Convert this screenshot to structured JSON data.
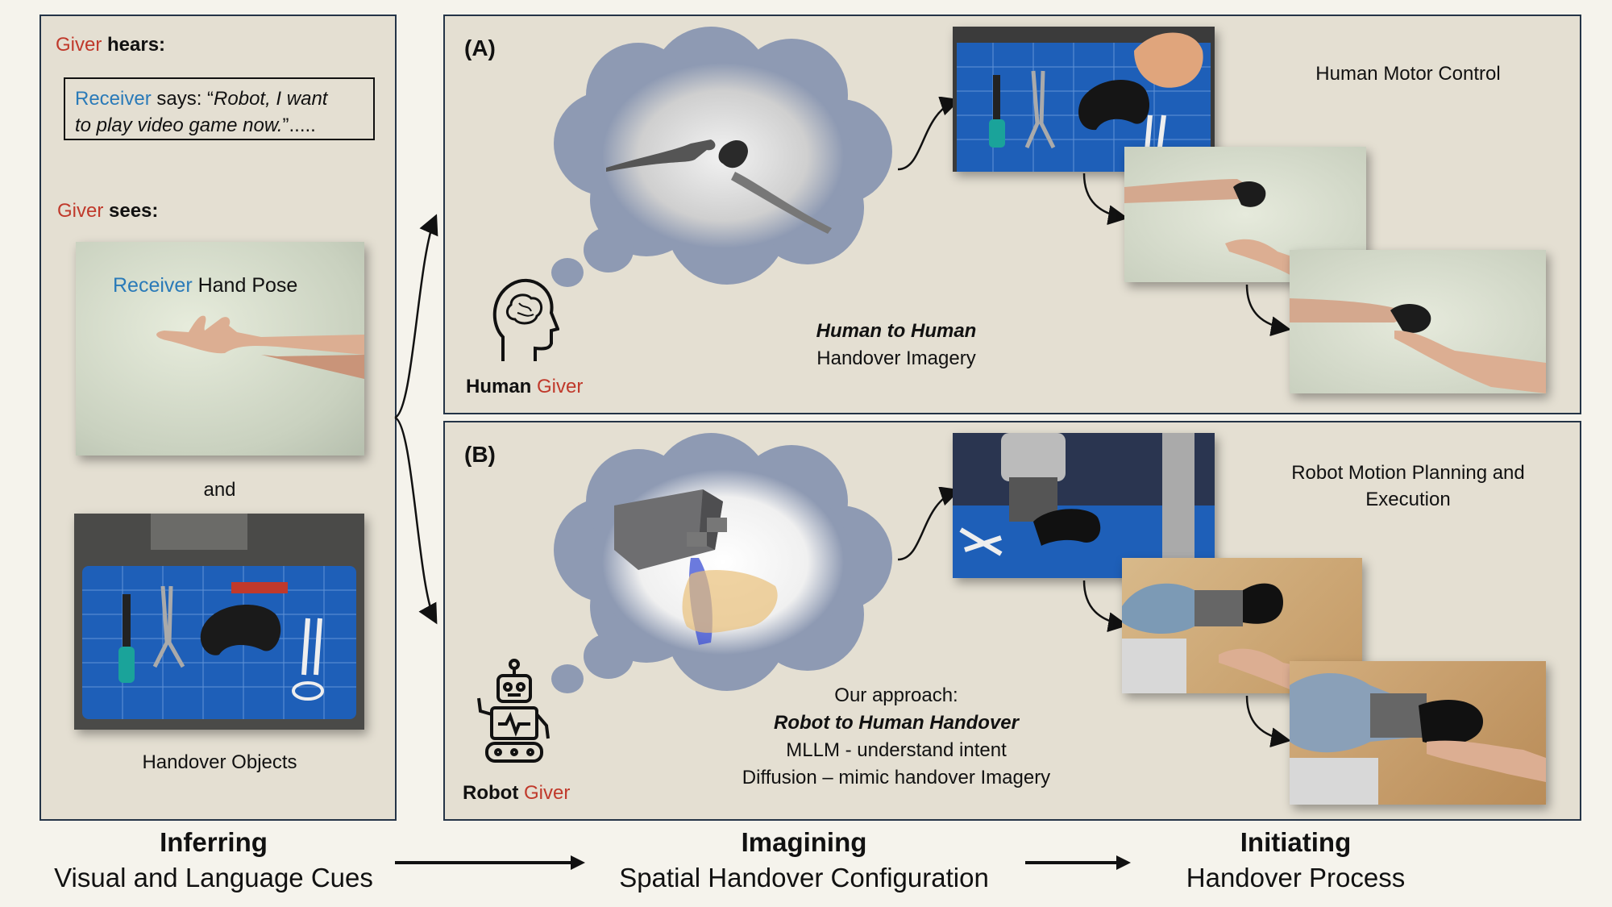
{
  "left_panel": {
    "hears_giver": "Giver",
    "hears_suffix": " hears:",
    "quote_receiver": "Receiver",
    "quote_says": " says: “",
    "quote_text_line1": "Robot, I want",
    "quote_text_line2": "to play video game now.",
    "quote_tail": "”.....",
    "sees_giver": "Giver",
    "sees_suffix": " sees:",
    "hand_pose_receiver": "Receiver",
    "hand_pose_label": " Hand Pose",
    "and_label": "and",
    "objects_label": "Handover Objects"
  },
  "panel_a": {
    "tag": "(A)",
    "caption_bold": "Human to Human",
    "caption_line2": "Handover Imagery",
    "giver_prefix": "Human ",
    "giver_word": "Giver",
    "right_label": "Human Motor Control",
    "icon": "head-brain-icon"
  },
  "panel_b": {
    "tag": "(B)",
    "line1": "Our approach:",
    "line2": "Robot to Human Handover",
    "line3": "MLLM - understand intent",
    "line4": "Diffusion – mimic handover Imagery",
    "giver_prefix": "Robot ",
    "giver_word": "Giver",
    "right_label_line1": "Robot Motion Planning and",
    "right_label_line2": "Execution",
    "icon": "robot-icon"
  },
  "footer": {
    "step1_title": "Inferring",
    "step1_sub": "Visual and Language Cues",
    "step2_title": "Imagining",
    "step2_sub": "Spatial Handover Configuration",
    "step3_title": "Initiating",
    "step3_sub": "Handover Process"
  },
  "colors": {
    "panel_bg": "#e4dfd2",
    "border": "#243447",
    "giver_red": "#c0392b",
    "receiver_blue": "#2a7ab8",
    "cloud": "#8e9ab3"
  }
}
